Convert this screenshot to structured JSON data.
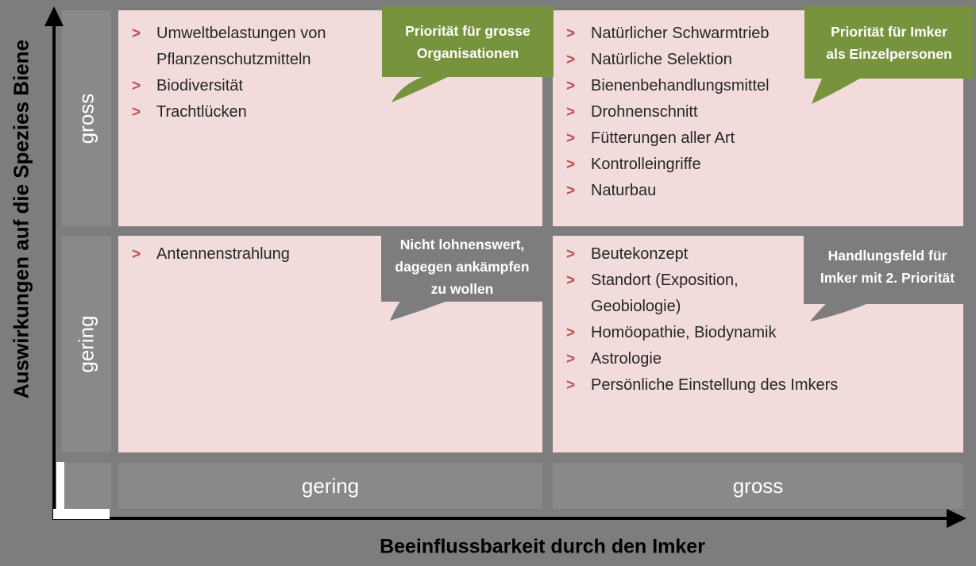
{
  "diagram_title_none_visible": "",
  "colors": {
    "background_gray": "#7d7d7d",
    "band_gray": "#898989",
    "quadrant_pink": "#f2dcdb",
    "callout_green": "#78933d",
    "callout_gray": "#7d7d7d",
    "bullet_red": "#c0504d",
    "item_text": "#262626",
    "axis_black": "#000000",
    "origin_marker_white": "#ffffff"
  },
  "bullet_char": ">",
  "y_axis": {
    "title": "Auswirkungen auf die Spezies Biene",
    "high_label": "gross",
    "low_label": "gering"
  },
  "x_axis": {
    "title": "Beeinflussbarkeit durch den Imker",
    "low_label": "gering",
    "high_label": "gross"
  },
  "quadrants": {
    "top_left": {
      "position": "impact gross / influence gering",
      "items": [
        "Umweltbelastungen von\nPflanzenschutzmitteln",
        "Biodiversität",
        "Trachtlücken"
      ],
      "callout": {
        "text": "Priorität  für grosse\nOrganisationen",
        "style": "green"
      }
    },
    "top_right": {
      "position": "impact gross / influence gross",
      "items": [
        "Natürlicher Schwarmtrieb",
        "Natürliche Selektion",
        "Bienenbehandlungsmittel",
        "Drohnenschnitt",
        "Fütterungen aller Art",
        "Kontrolleingriffe",
        "Naturbau"
      ],
      "callout": {
        "text": "Priorität  für Imker\nals Einzelpersonen",
        "style": "green"
      }
    },
    "bottom_left": {
      "position": "impact gering / influence gering",
      "items": [
        "Antennenstrahlung"
      ],
      "callout": {
        "text": "Nicht lohnenswert,\ndagegen ankämpfen\nzu wollen",
        "style": "gray"
      }
    },
    "bottom_right": {
      "position": "impact gering / influence gross",
      "items": [
        "Beutekonzept",
        "Standort (Exposition,\nGeobiologie)",
        "Homöopathie, Biodynamik",
        "Astrologie",
        "Persönliche Einstellung des Imkers"
      ],
      "callout": {
        "text": "Handlungsfeld für\nImker mit 2. Priorität",
        "style": "gray"
      }
    }
  }
}
